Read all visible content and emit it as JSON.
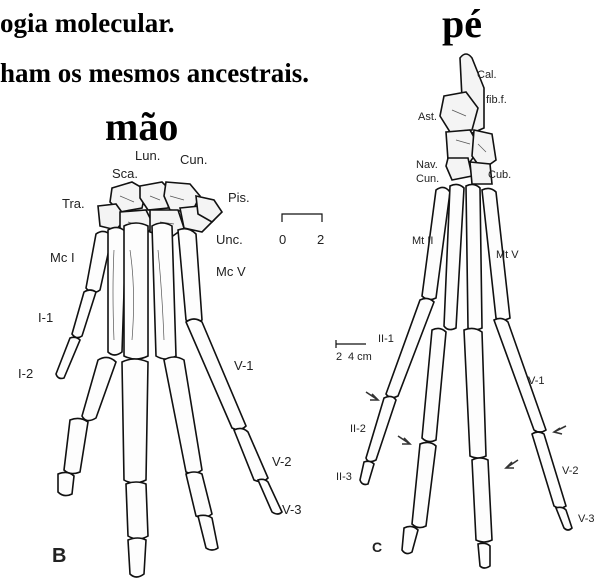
{
  "slide": {
    "line1": "ogia molecular.",
    "line2": "ham os mesmos ancestrais.",
    "hand_title": "mão",
    "foot_title": "pé"
  },
  "hand": {
    "panel_letter": "B",
    "labels": {
      "sca": "Sca.",
      "lun": "Lun.",
      "cun": "Cun.",
      "tra": "Tra.",
      "pis": "Pis.",
      "unc": "Unc.",
      "mc1": "Mc I",
      "mc5": "Mc V",
      "i1": "I-1",
      "i2": "I-2",
      "v1": "V-1",
      "v2": "V-2",
      "v3": "V-3"
    },
    "scale": {
      "zero": "0",
      "two": "2"
    }
  },
  "foot": {
    "panel_letter": "C",
    "labels": {
      "cal": "Cal.",
      "fibf": "fib.f.",
      "ast": "Ast.",
      "nav": "Nav.",
      "cun": "Cun.",
      "cub": "Cub.",
      "mt2": "Mt II",
      "mt5": "Mt V",
      "ii1": "II-1",
      "ii2": "II-2",
      "ii3": "II-3",
      "v1": "V-1",
      "v2": "V-2",
      "v3": "V-3"
    },
    "scale": {
      "two": "2",
      "cm": "4 cm"
    }
  }
}
